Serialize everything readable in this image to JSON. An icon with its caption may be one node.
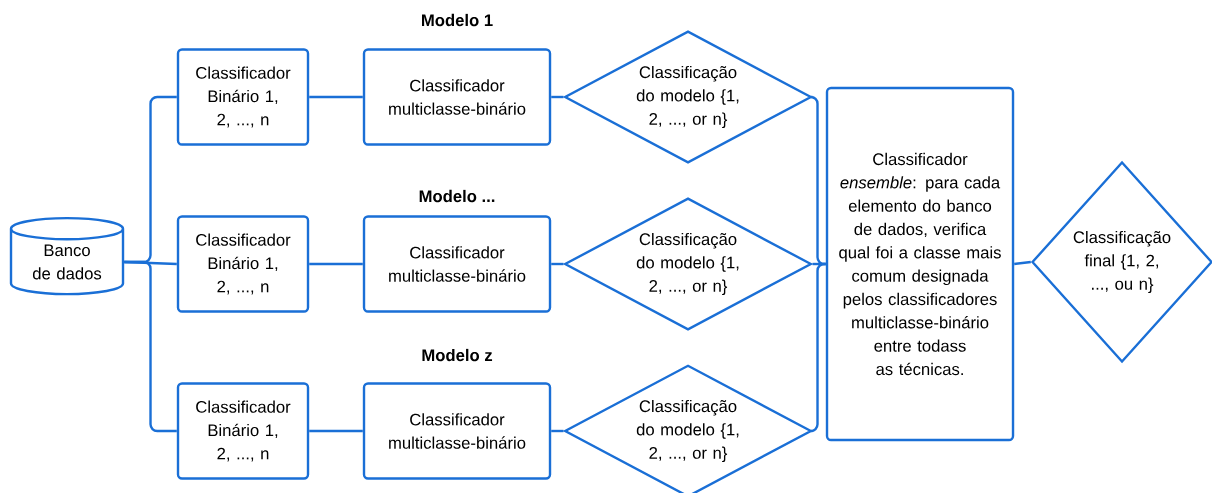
{
  "diagram": {
    "nodes": [
      {
        "text": [
          "Banco de dados"
        ]
      },
      {
        "text": [
          "Classificador Binário 1, 2, ..., n"
        ]
      },
      {
        "text": [
          "Classificador multiclasse-binário"
        ]
      },
      {
        "text": [
          "Classificação do modelo {1, 2, ..., or n}"
        ]
      },
      {
        "text": [
          "Classificador Binário 1, 2, ..., n"
        ]
      },
      {
        "text": [
          "Classificador multiclasse-binário"
        ]
      },
      {
        "text": [
          "Classificação do modelo {1, 2, ..., or n}"
        ]
      },
      {
        "text": [
          "Classificador Binário 1, 2, ..., n"
        ]
      },
      {
        "text": [
          "Classificador multiclasse-binário"
        ]
      },
      {
        "text": [
          "Classificação do modelo {1, 2, ..., or n}"
        ]
      },
      {
        "text": [
          "Classificador *ensemble*: para cada elemento do banco de dados, verifica qual foi a classe mais comum designada pelos classificadores multiclasse-binário entre todass as técnicas."
        ]
      },
      {
        "text": [
          "Classificação final {1, 2, ..., ou n}"
        ]
      }
    ],
    "edges": [
      {
        "from": 0,
        "to": 1,
        "arrow": "none"
      },
      {
        "from": 0,
        "to": 4,
        "arrow": "none"
      },
      {
        "from": 0,
        "to": 7,
        "arrow": "none"
      },
      {
        "from": 1,
        "to": 2,
        "arrow": "none"
      },
      {
        "from": 2,
        "to": 3,
        "arrow": "none"
      },
      {
        "from": 4,
        "to": 5,
        "arrow": "none"
      },
      {
        "from": 5,
        "to": 6,
        "arrow": "none"
      },
      {
        "from": 7,
        "to": 8,
        "arrow": "none"
      },
      {
        "from": 8,
        "to": 9,
        "arrow": "none"
      },
      {
        "from": 3,
        "to": 10,
        "arrow": "none"
      },
      {
        "from": 6,
        "to": 10,
        "arrow": "none"
      },
      {
        "from": 9,
        "to": 10,
        "arrow": "none"
      },
      {
        "from": 10,
        "to": 11,
        "arrow": "none"
      }
    ],
    "labels": [
      "Modelo 1",
      "Modelo ...",
      "Modelo z"
    ]
  }
}
